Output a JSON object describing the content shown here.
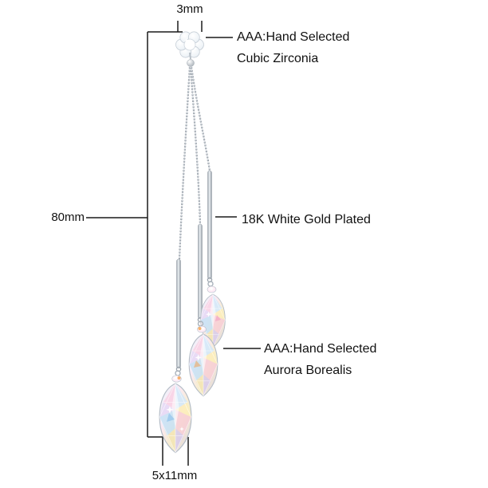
{
  "product": {
    "top_size": "3mm",
    "stud_label_line1": "AAA:Hand Selected",
    "stud_label_line2": "Cubic Zirconia",
    "length_label": "80mm",
    "plating_label": "18K White Gold Plated",
    "drop_label_line1": "AAA:Hand Selected",
    "drop_label_line2": "Aurora Borealis",
    "drop_size": "5x11mm"
  },
  "colors": {
    "background": "#ffffff",
    "annotation_line": "#1a1a1a",
    "text": "#111111",
    "metal": "#aab2ba",
    "ab_pink": "#f8c7d8",
    "ab_blue": "#cfe9fb",
    "ab_yellow": "#f6eec9",
    "ab_lavender": "#ddd2f2"
  }
}
